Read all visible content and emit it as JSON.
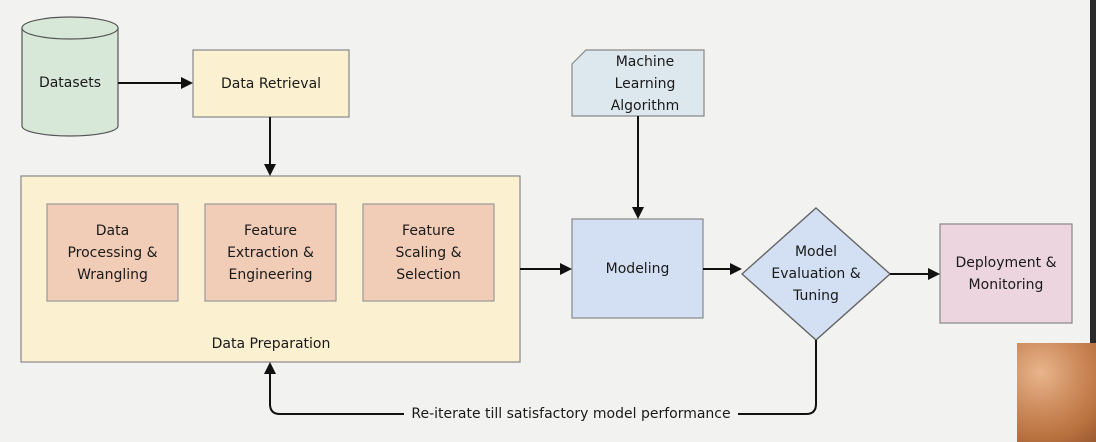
{
  "nodes": {
    "datasets": "Datasets",
    "data_retrieval": "Data Retrieval",
    "ml_algorithm": "Machine\nLearning\nAlgorithm",
    "data_processing": "Data\nProcessing &\nWrangling",
    "feature_extraction": "Feature\nExtraction &\nEngineering",
    "feature_scaling": "Feature\nScaling &\nSelection",
    "data_preparation": "Data Preparation",
    "modeling": "Modeling",
    "model_evaluation": "Model\nEvaluation &\nTuning",
    "deployment": "Deployment &\nMonitoring"
  },
  "loop_label": "Re-iterate till satisfactory model performance",
  "colors": {
    "datasets_fill": "#d8e8d8",
    "retrieval_fill": "#fbf0cf",
    "algorithm_fill": "#dde8ee",
    "step_fill": "#f1cdb8",
    "preparation_fill": "#fbf0cf",
    "modeling_fill": "#d3dff3",
    "evaluation_fill": "#d3dff3",
    "deployment_fill": "#ecd5df",
    "stroke": "#222222"
  }
}
